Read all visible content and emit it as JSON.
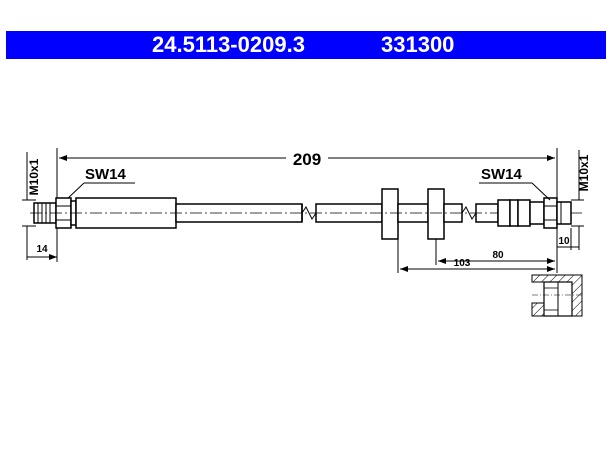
{
  "header": {
    "part_number": "24.5113-0209.3",
    "ref_number": "331300",
    "bg_color": "#0000ff",
    "text_color": "#ffffff"
  },
  "dimensions": {
    "overall_length": "209",
    "left_thread": "M10x1",
    "right_thread": "M10x1",
    "left_wrench": "SW14",
    "right_wrench": "SW14",
    "left_fitting_length": "14",
    "right_fitting_length": "10",
    "dim_80": "80",
    "dim_103": "103"
  }
}
